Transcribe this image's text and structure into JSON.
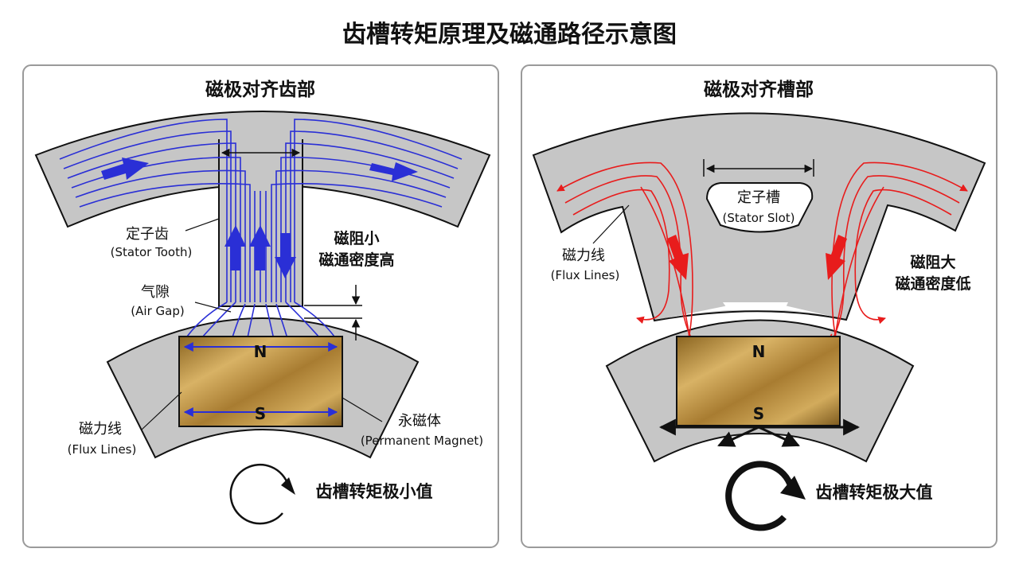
{
  "title": "齿槽转矩原理及磁通路径示意图",
  "left_panel": {
    "heading": "磁极对齐齿部",
    "stator_tooth_cn": "定子齿",
    "stator_tooth_en": "(Stator Tooth)",
    "air_gap_cn": "气隙",
    "air_gap_en": "(Air Gap)",
    "flux_lines_cn": "磁力线",
    "flux_lines_en": "(Flux Lines)",
    "magnet_cn": "永磁体",
    "magnet_en": "(Permanent Magnet)",
    "note_line1": "磁阻小",
    "note_line2": "磁通密度高",
    "pole_n": "N",
    "pole_s": "S",
    "torque_label": "齿槽转矩极小值"
  },
  "right_panel": {
    "heading": "磁极对齐槽部",
    "slot_cn": "定子槽",
    "slot_en": "(Stator Slot)",
    "flux_lines_cn": "磁力线",
    "flux_lines_en": "(Flux Lines)",
    "note_line1": "磁阻大",
    "note_line2": "磁通密度低",
    "pole_n": "N",
    "pole_s": "S",
    "torque_label": "齿槽转矩极大值"
  },
  "colors": {
    "left_flux": "#2a2fd6",
    "right_flux": "#e81c1c",
    "steel": "#c6c6c6",
    "magnet": "#c49a45",
    "panel_border": "#9a9a9a"
  }
}
